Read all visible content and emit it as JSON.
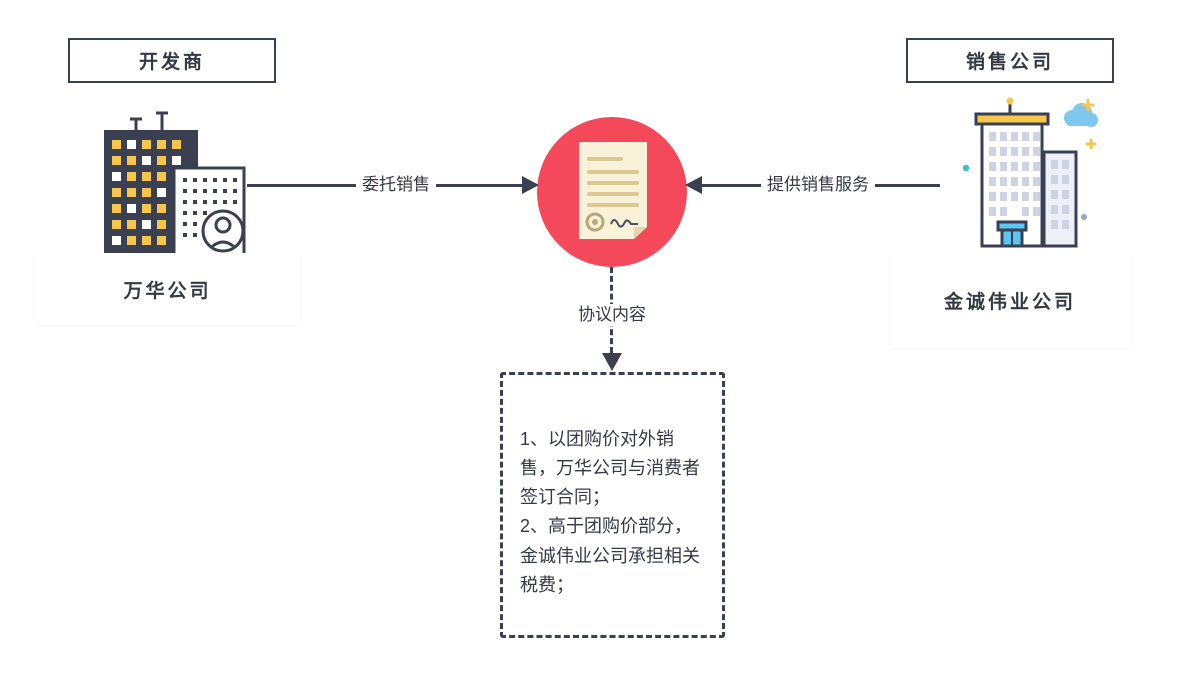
{
  "nodes": {
    "developer": {
      "role_label": "开发商",
      "company_label": "万华公司"
    },
    "sales": {
      "role_label": "销售公司",
      "company_label": "金诚伟业公司"
    }
  },
  "edges": {
    "left_arrow_label": "委托销售",
    "right_arrow_label": "提供销售服务",
    "down_arrow_label": "协议内容"
  },
  "agreement_box": {
    "items": [
      "1、以团购价对外销售，万华公司与消费者签订合同；",
      "2、高于团购价部分，金诚伟业公司承担相关税费；"
    ]
  },
  "icons": {
    "center": "contract-document-icon",
    "left": "developer-building-icon",
    "right": "sales-building-icon"
  },
  "colors": {
    "accent_red": "#f4495b",
    "line_dark": "#3a4051",
    "window_yellow": "#f8c64a",
    "paper_cream": "#f9f1d8",
    "door_blue": "#5bc6f2",
    "cloud_blue": "#7ec8f0",
    "sparkle_teal": "#39c6b9"
  }
}
